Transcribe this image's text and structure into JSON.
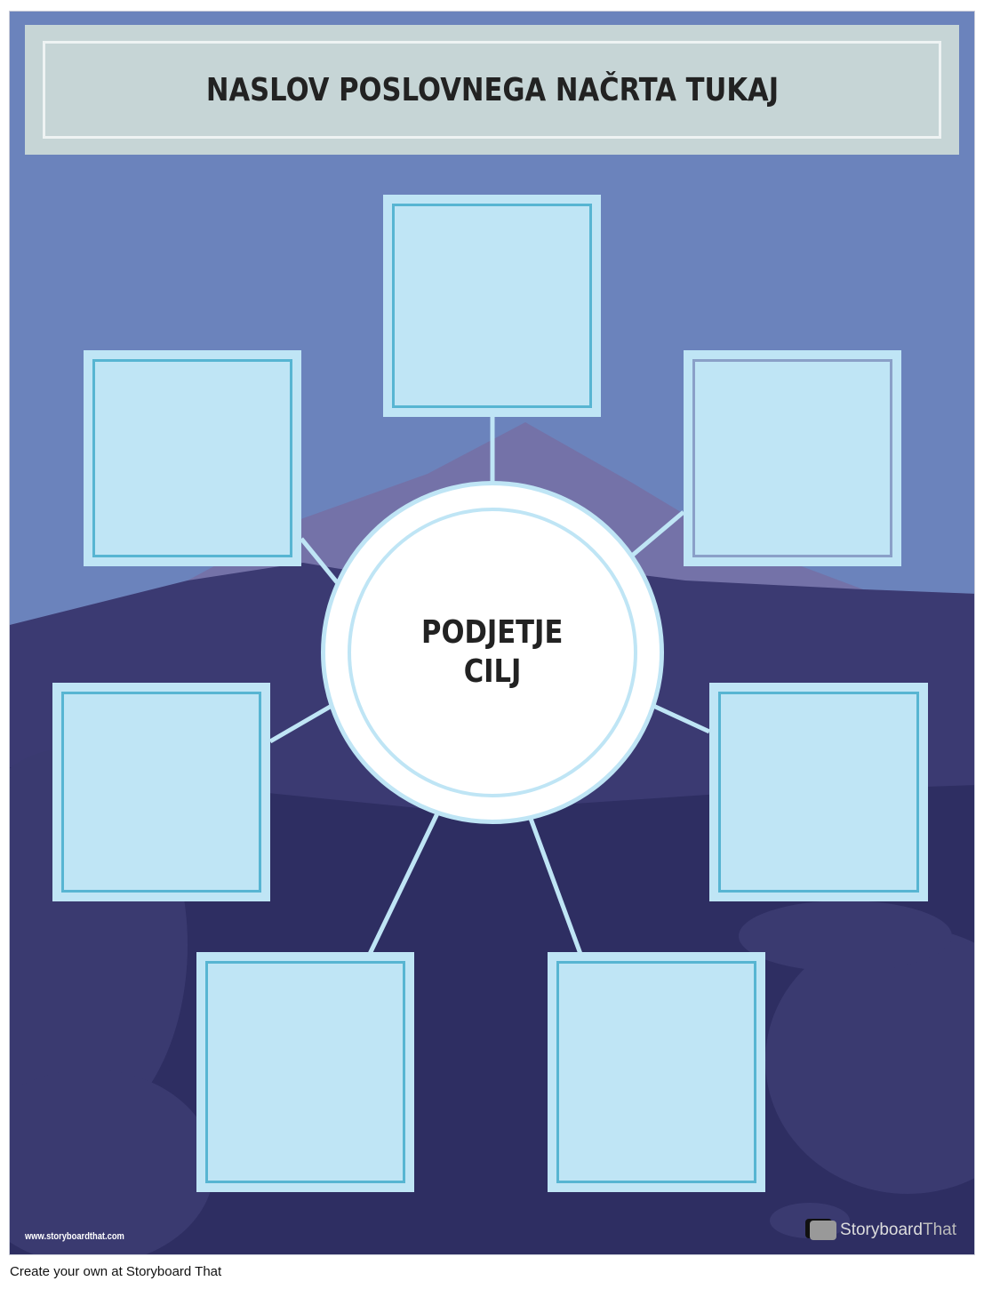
{
  "title": "NASLOV POSLOVNEGA NAČRTA TUKAJ",
  "center": {
    "line1": "PODJETJE",
    "line2": "CILJ"
  },
  "boxes": [
    "top",
    "upper-left",
    "upper-right",
    "middle-left",
    "middle-right",
    "bottom-left",
    "bottom-right"
  ],
  "watermark": "www.storyboardthat.com",
  "logo": {
    "part1": "Storyboard",
    "part2": "That"
  },
  "footer": "Create your own at Storyboard That",
  "colors": {
    "sky": "#6b83bc",
    "box_fill": "#bfe5f5",
    "box_line": "#57b5d2",
    "ground": "#2e2e62"
  }
}
